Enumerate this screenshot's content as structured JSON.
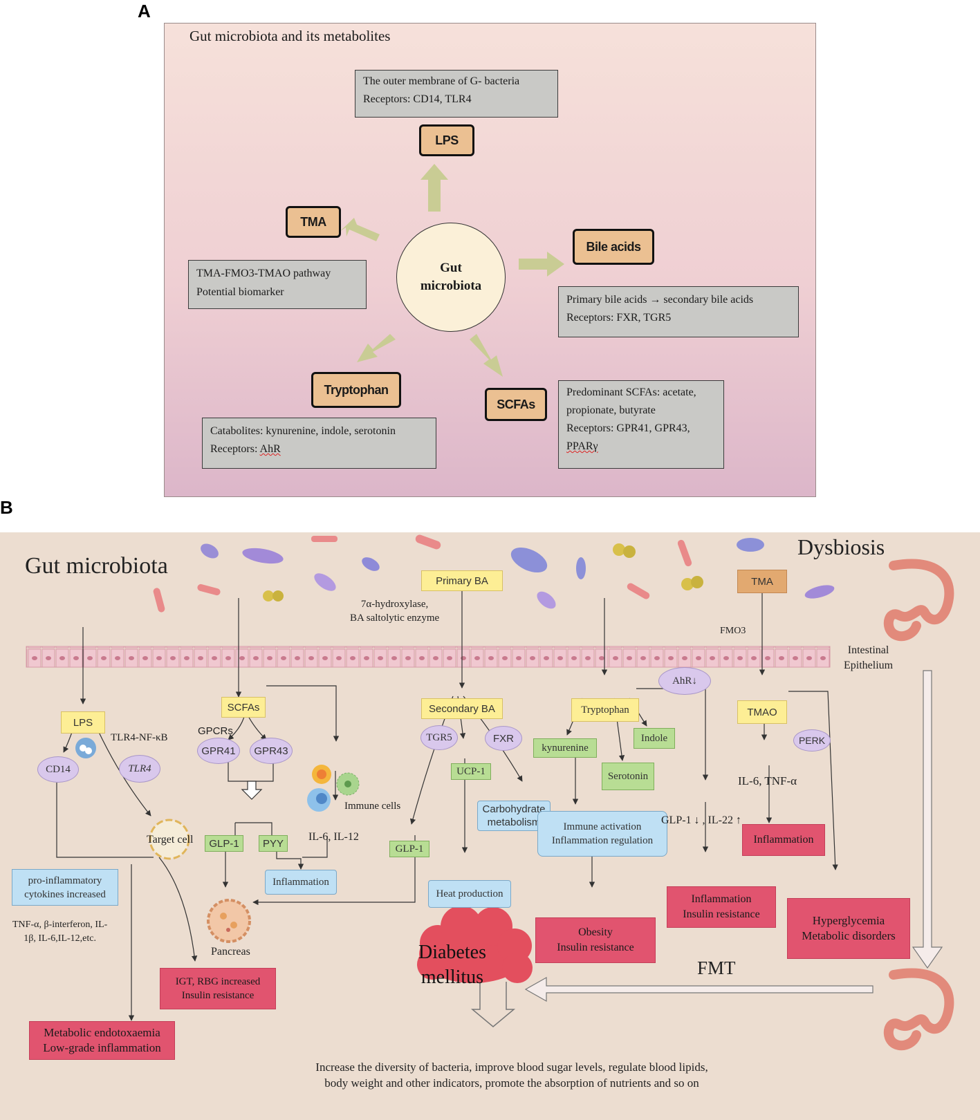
{
  "panel_a": {
    "label": "A",
    "title": "Gut microbiota and its metabolites",
    "center": {
      "line1": "Gut",
      "line2": "microbiota"
    },
    "lps": {
      "name": "LPS",
      "line1": "The outer membrane of G- bacteria",
      "line2": "Receptors: CD14, TLR4"
    },
    "tma": {
      "name": "TMA",
      "line1": "TMA-FMO3-TMAO pathway",
      "line2": "Potential biomarker"
    },
    "bile": {
      "name": "Bile acids",
      "line1_a": "Primary bile acids",
      "arrow": "→",
      "line1_b": "secondary bile acids",
      "line2": "Receptors: FXR, TGR5"
    },
    "tryptophan": {
      "name": "Tryptophan",
      "line1": "Catabolites: kynurenine, indole, serotonin",
      "line2_a": "Receptors: ",
      "line2_b": "AhR"
    },
    "scfas": {
      "name": "SCFAs",
      "line1": "Predominant  SCFAs:  acetate,",
      "line2": "propionate, butyrate",
      "line3": "Receptors:   GPR41,   GPR43,",
      "line4": "PPARγ"
    }
  },
  "panel_b": {
    "label": "B",
    "gut_microbiota": "Gut microbiota",
    "dysbiosis": "Dysbiosis",
    "intestinal": {
      "line1": "Intestinal",
      "line2": "Epithelium"
    },
    "lps": "LPS",
    "tlr4_nfkb": "TLR4-NF-κB",
    "cd14": "CD14",
    "tlr4": "TLR4",
    "target_cell": "Target cell",
    "proinflammatory": {
      "line1": "pro-inflammatory",
      "line2": "cytokines increased"
    },
    "cytokine_list": {
      "line1": "TNF-α, β-interferon, IL-",
      "line2": "1β, IL-6,IL-12,etc."
    },
    "metabolic_endotox": {
      "line1": "Metabolic endotoxaemia",
      "line2": "Low-grade inflammation"
    },
    "scfas": "SCFAs",
    "gpcrs": "GPCRs",
    "gpr41": "GPR41",
    "gpr43": "GPR43",
    "immune_cells": "Immune cells",
    "il6_il12": "IL-6, IL-12",
    "glp1": "GLP-1",
    "pyy": "PYY",
    "inflammation_blue": "Inflammation",
    "pancreas": "Pancreas",
    "igt": {
      "line1": "IGT, RBG increased",
      "line2": "Insulin resistance"
    },
    "primary_ba": "Primary BA",
    "enzymes": {
      "line1": "7α-hydroxylase,",
      "line2": "BA saltolytic enzyme"
    },
    "secondary_ba": "Secondary BA",
    "tgr5": "TGR5",
    "fxr": "FXR",
    "ucp1": "UCP-1",
    "carb": {
      "line1": "Carbohydrate",
      "line2": "metabolism"
    },
    "glp1_b": "GLP-1",
    "heat": "Heat production",
    "diabetes": {
      "line1": "Diabetes",
      "line2": "mellitus"
    },
    "tryptophan": "Tryptophan",
    "ahr": "AhR↓",
    "kynurenine": "kynurenine",
    "indole": "Indole",
    "serotonin": "Serotonin",
    "immune_act": {
      "line1": "Immune activation",
      "line2": "Inflammation regulation"
    },
    "glp1_il22": "GLP-1 ↓ , IL-22 ↑",
    "obesity": {
      "line1": "Obesity",
      "line2": "Insulin resistance"
    },
    "inflam_ir": {
      "line1": "Inflammation",
      "line2": "Insulin resistance"
    },
    "tma": "TMA",
    "fmo3": "FMO3",
    "tmao": "TMAO",
    "perk": "PERK",
    "il6_tnf": "IL-6, TNF-α",
    "inflammation_red": "Inflammation",
    "hyperglycemia": {
      "line1": "Hyperglycemia",
      "line2": "Metabolic disorders"
    },
    "fmt": "FMT",
    "bottom": {
      "line1": "Increase the diversity of bacteria, improve blood sugar levels, regulate blood lipids,",
      "line2": "body weight and other indicators, promote the absorption of nutrients and so on"
    }
  },
  "colors": {
    "orange_box": "#ebc092",
    "grey_box": "#c9c9c6",
    "arrow_green": "#c9cc94",
    "yellow_box": "#fdee95",
    "green_box": "#b8dd94",
    "blue_box": "#bfe0f4",
    "red_box": "#e1546f",
    "purple_oval": "#d9c8ec",
    "panel_b_bg": "#ecddd0"
  }
}
